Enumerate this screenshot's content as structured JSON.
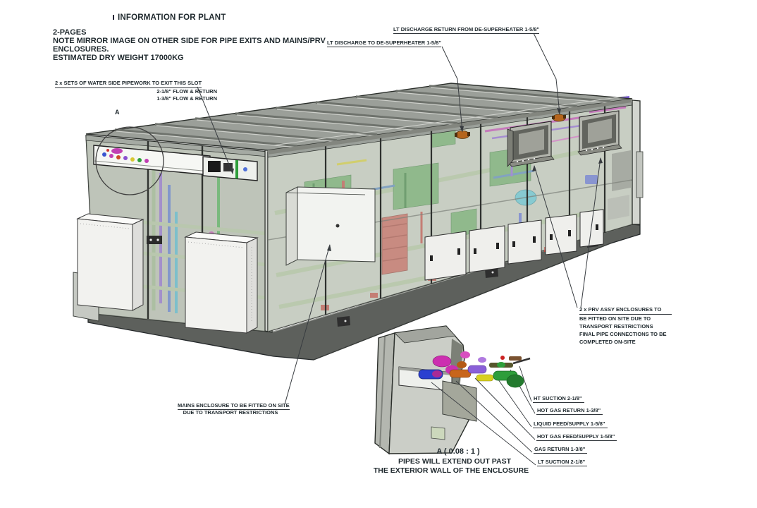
{
  "header": {
    "title": "INFORMATION FOR PLANT"
  },
  "notes": {
    "lines": [
      "2-PAGES",
      "NOTE MIRROR IMAGE ON OTHER SIDE FOR PIPE EXITS AND MAINS/PRV",
      "ENCLOSURES.",
      "ESTIMATED DRY WEIGHT 17000KG"
    ]
  },
  "callouts": {
    "water_side": {
      "line1": "2 x SETS OF WATER SIDE PIPEWORK TO EXIT THIS SLOT",
      "line2": "2-1/8\" FLOW & RETURN",
      "line3": "1-3/8\" FLOW & RETURN"
    },
    "lt_discharge_to": {
      "text": "LT DISCHARGE TO DE-SUPERHEATER 1-5/8\""
    },
    "lt_discharge_return": {
      "text": "LT DISCHARGE RETURN FROM DE-SUPERHEATER 1-5/8\""
    },
    "prv": {
      "line1": "2 x PRV ASSY ENCLOSURES TO",
      "line2": "BE FITTED ON SITE DUE TO",
      "line3": "TRANSPORT RESTRICTIONS",
      "line4": "FINAL PIPE CONNECTIONS TO BE",
      "line5": "COMPLETED ON-SITE"
    },
    "mains": {
      "line1": "MAINS ENCLOSURE TO BE FITTED ON SITE",
      "line2": "DUE TO TRANSPORT RESTRICTIONS"
    }
  },
  "detail": {
    "marker": "A",
    "scale": "A ( 0.08 : 1 )",
    "caption_line1": "PIPES WILL EXTEND OUT PAST",
    "caption_line2": "THE EXTERIOR WALL OF THE ENCLOSURE",
    "pipe_labels": {
      "ht_suction": "HT SUCTION 2-1/8\"",
      "hot_gas_return": "HOT GAS RETURN 1-3/8\"",
      "liquid_feed": "LIQUID FEED/SUPPLY 1-5/8\"",
      "hot_gas_feed": "HOT GAS FEED/SUPPLY 1-5/8\"",
      "gas_return": "GAS RETURN 1-3/8\"",
      "lt_suction": "LT SUCTION 2-1/8\""
    }
  },
  "palette": {
    "ink": "#1e282d",
    "enclosure_gray": "#c7cdc1",
    "skid_gray": "#5d605c",
    "panel_white": "#f2f3f0",
    "pipe_magenta": "#cc2fb0",
    "pipe_blue": "#2b3fd0",
    "pipe_green": "#2e9e3a",
    "pipe_orange": "#c8651b",
    "pipe_purple": "#8a5fd8",
    "pipe_yellow": "#d8d020",
    "pipe_cyan": "#55c5d8",
    "pipe_red": "#c0443c"
  }
}
